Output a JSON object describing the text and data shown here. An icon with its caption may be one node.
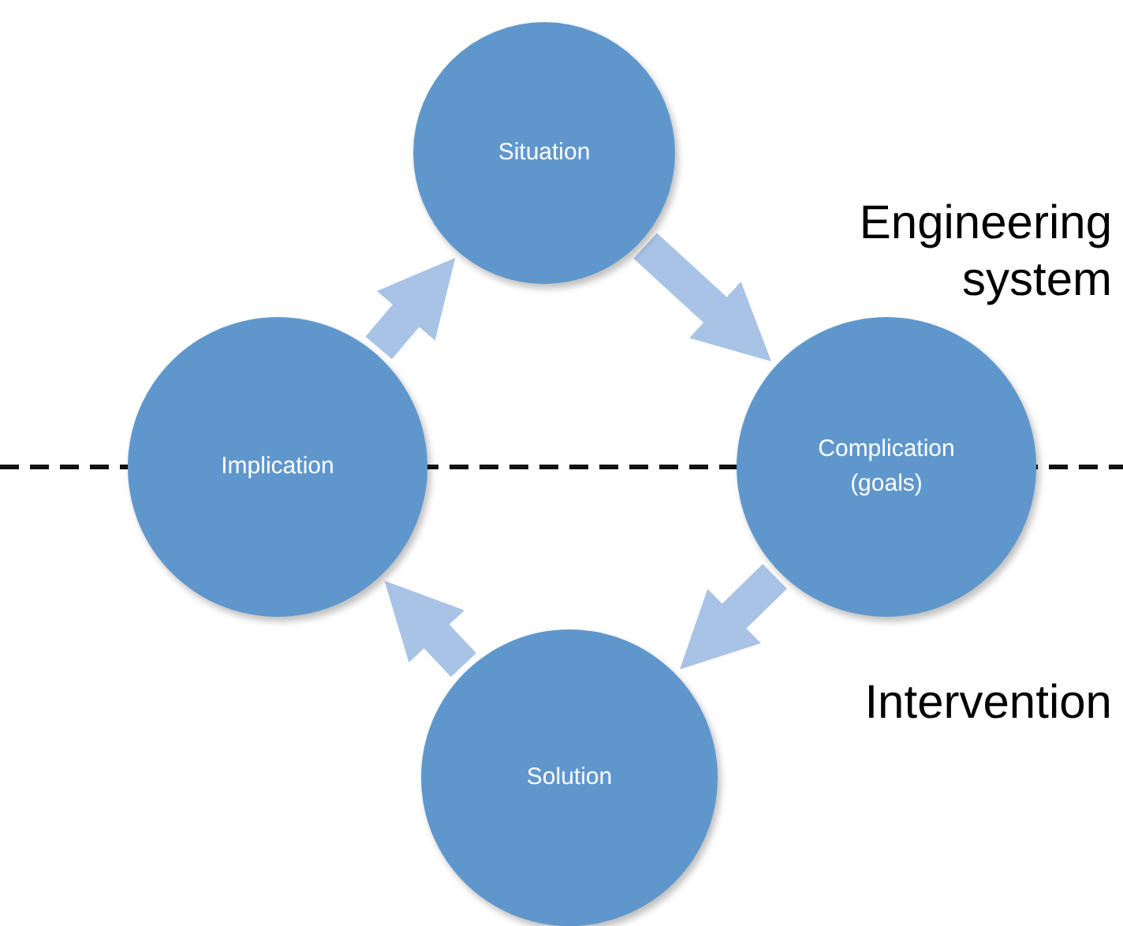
{
  "diagram": {
    "nodes": [
      {
        "text": [
          "Situation"
        ]
      },
      {
        "text": [
          "Complication (goals)"
        ]
      },
      {
        "text": [
          "Solution"
        ]
      },
      {
        "text": [
          "Implication"
        ]
      }
    ],
    "edges": [
      {
        "from": 3,
        "to": 0,
        "arrow": "to"
      },
      {
        "from": 0,
        "to": 1,
        "arrow": "to"
      },
      {
        "from": 1,
        "to": 2,
        "arrow": "to"
      },
      {
        "from": 2,
        "to": 3,
        "arrow": "to"
      }
    ],
    "labels": [
      "Engineering system",
      "Intervention"
    ]
  }
}
